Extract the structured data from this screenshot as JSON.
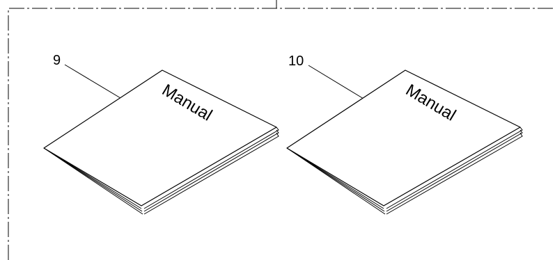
{
  "items": [
    {
      "callout": "9",
      "cover_label": "Manual"
    },
    {
      "callout": "10",
      "cover_label": "Manual"
    }
  ]
}
